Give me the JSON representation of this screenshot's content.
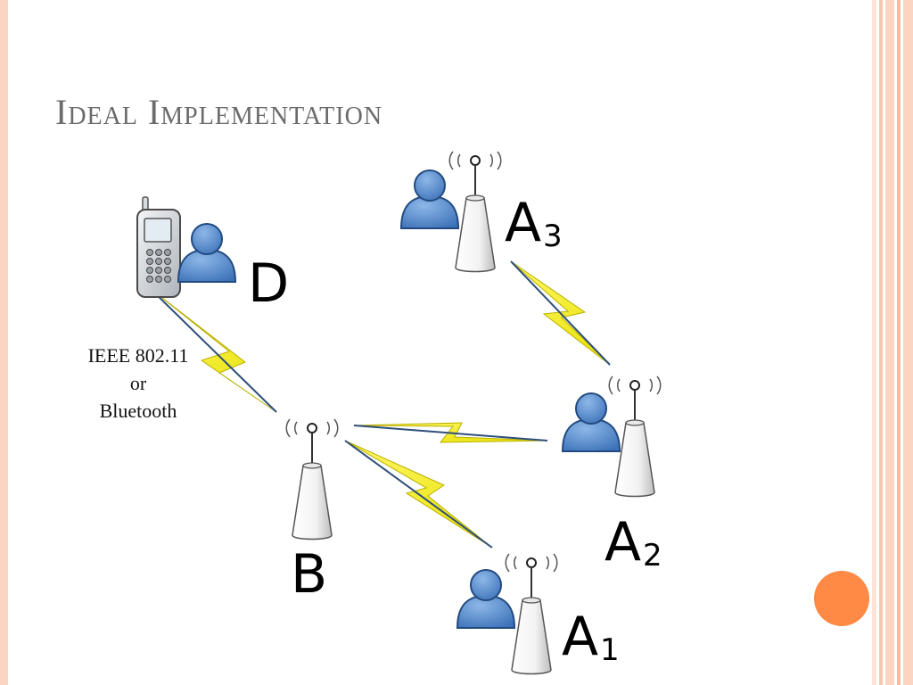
{
  "slide": {
    "title": "Ideal Implementation",
    "accent_color": "#ff8a45",
    "border_color": "#fbd5c2"
  },
  "diagram": {
    "protocol_label": {
      "line1": "IEEE 802.11",
      "line2": "or",
      "line3": "Bluetooth"
    },
    "nodes": {
      "D": {
        "label": "D",
        "icons": [
          "mobile-phone-icon",
          "person-icon"
        ]
      },
      "B": {
        "label": "B",
        "icons": [
          "antenna-tower-icon"
        ]
      },
      "A1": {
        "label": "A",
        "sub": "1",
        "icons": [
          "person-icon",
          "antenna-tower-icon"
        ]
      },
      "A2": {
        "label": "A",
        "sub": "2",
        "icons": [
          "person-icon",
          "antenna-tower-icon"
        ]
      },
      "A3": {
        "label": "A",
        "sub": "3",
        "icons": [
          "person-icon",
          "antenna-tower-icon"
        ]
      }
    },
    "links": [
      {
        "from": "D",
        "to": "B",
        "style": "wireless-lightning"
      },
      {
        "from": "B",
        "to": "A2",
        "style": "wireless-lightning"
      },
      {
        "from": "B",
        "to": "A1",
        "style": "wireless-lightning"
      },
      {
        "from": "A2",
        "to": "A3",
        "style": "wireless-lightning"
      }
    ]
  }
}
